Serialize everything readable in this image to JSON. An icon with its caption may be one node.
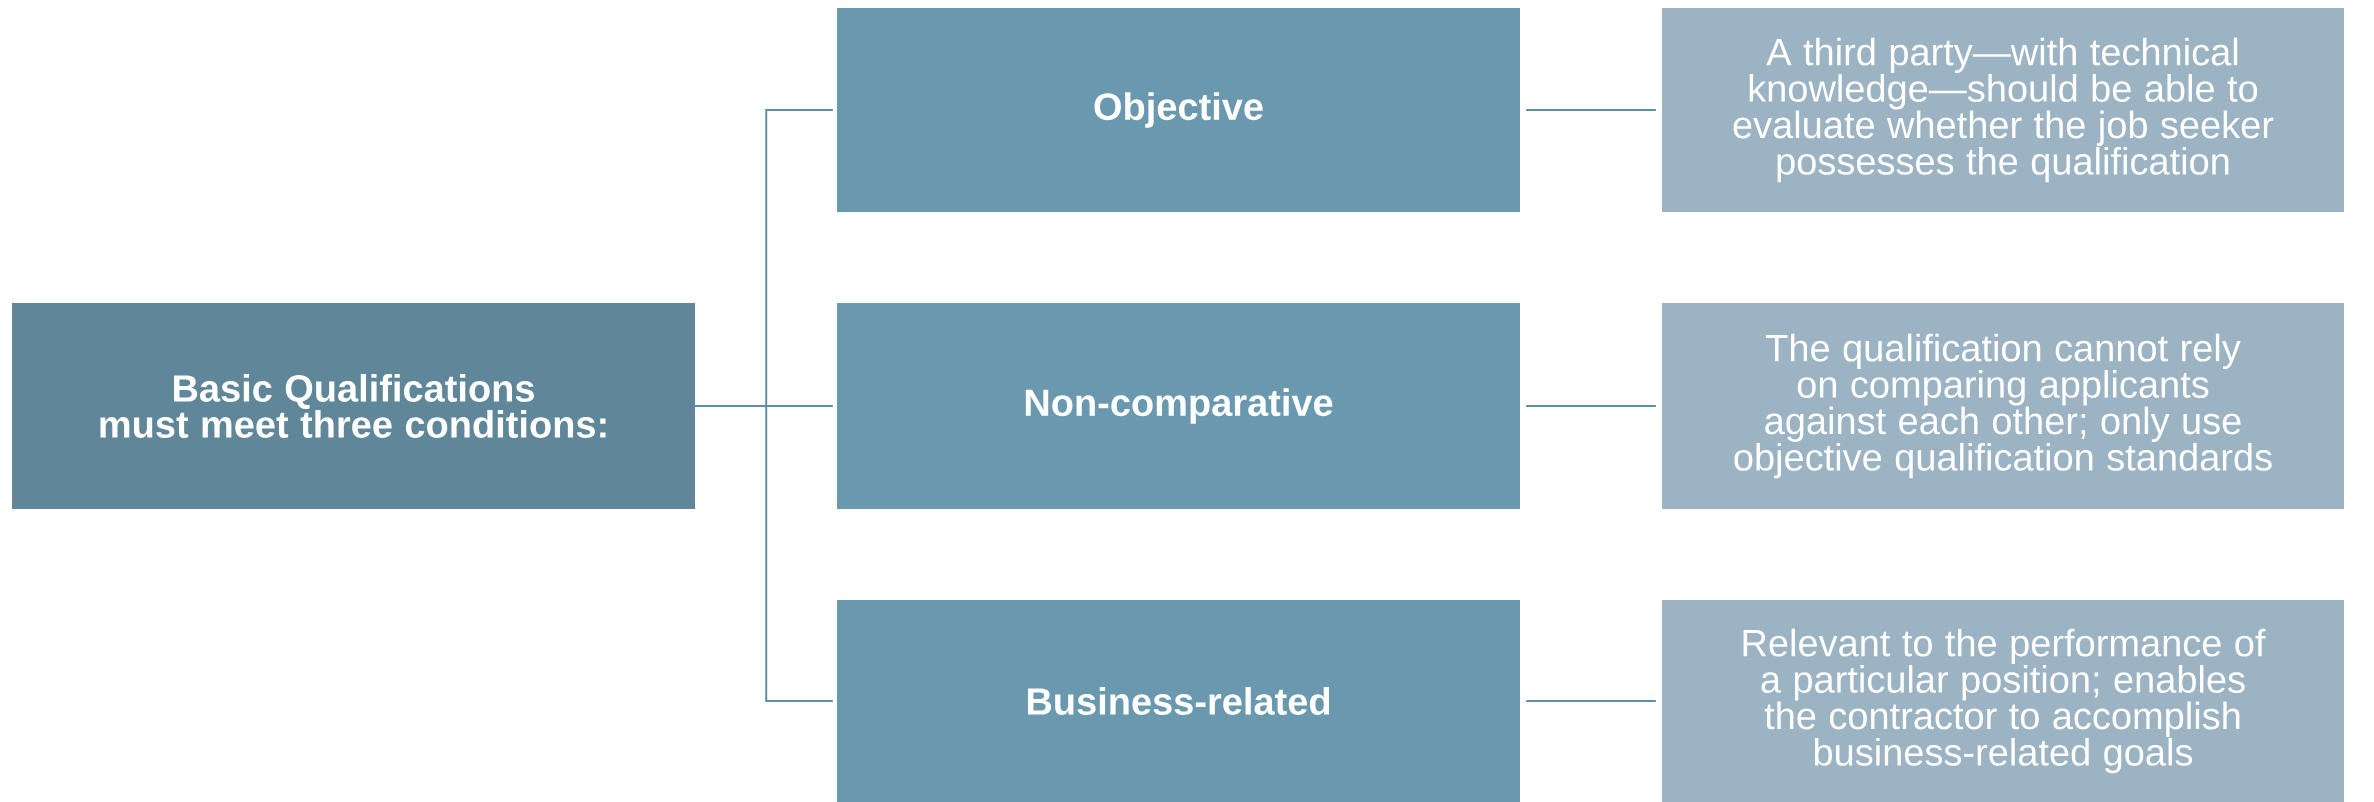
{
  "diagram": {
    "nodes": [
      {
        "text": [
          "Basic Qualifications",
          "must meet three conditions:"
        ]
      },
      {
        "text": [
          "Objective"
        ]
      },
      {
        "text": [
          "Non-comparative"
        ]
      },
      {
        "text": [
          "Business-related"
        ]
      },
      {
        "text": [
          "A third party—with technical knowledge—should be able to evaluate whether the job seeker possesses the qualification"
        ]
      },
      {
        "text": [
          "The qualification cannot rely on comparing applicants against each other; only use objective qualification standards"
        ]
      },
      {
        "text": [
          "Relevant to the performance of a particular position; enables the contractor to accomplish business-related goals"
        ]
      }
    ],
    "edges": [
      {
        "from": 0,
        "to": 1,
        "arrow": "none"
      },
      {
        "from": 0,
        "to": 2,
        "arrow": "none"
      },
      {
        "from": 0,
        "to": 3,
        "arrow": "none"
      },
      {
        "from": 1,
        "to": 4,
        "arrow": "none"
      },
      {
        "from": 2,
        "to": 5,
        "arrow": "none"
      },
      {
        "from": 3,
        "to": 6,
        "arrow": "none"
      }
    ]
  }
}
